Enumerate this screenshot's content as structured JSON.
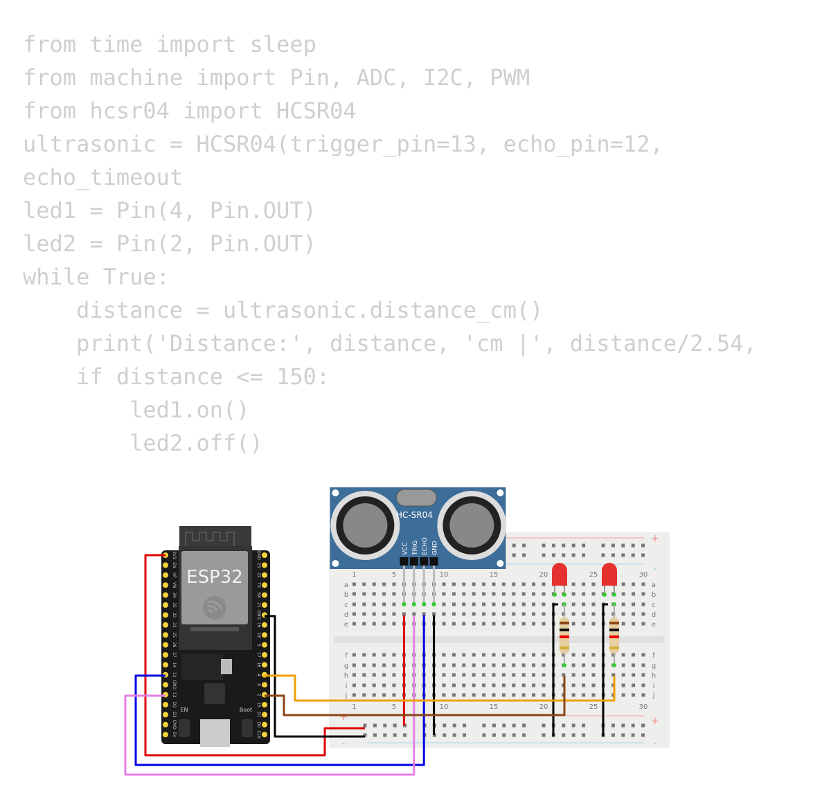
{
  "code_lines": [
    "from time import sleep",
    "from machine import Pin, ADC, I2C, PWM",
    "from hcsr04 import HCSR04",
    "ultrasonic = HCSR04(trigger_pin=13, echo_pin=12, echo_timeout",
    "led1 = Pin(4, Pin.OUT)",
    "led2 = Pin(2, Pin.OUT)",
    "while True:",
    "    distance = ultrasonic.distance_cm()",
    "    print('Distance:', distance, 'cm |', distance/2.54,",
    "    if distance <= 150:",
    "        led1.on()",
    "        led2.off()"
  ],
  "esp32": {
    "title": "ESP32",
    "left_pins": [
      "3V3",
      "EN",
      "VP",
      "VN",
      "34",
      "35",
      "32",
      "33",
      "25",
      "26",
      "27",
      "14",
      "12",
      "GND",
      "13",
      "D2",
      "D3",
      "CMD",
      "5V"
    ],
    "right_pins": [
      "GND",
      "23",
      "22",
      "TX",
      "RX",
      "21",
      "GND",
      "19",
      "18",
      "5",
      "17",
      "16",
      "4",
      "0",
      "2",
      "15",
      "D1",
      "D0",
      "CLK"
    ],
    "en_label": "EN",
    "boot_label": "Boot"
  },
  "sensor": {
    "title": "HC-SR04",
    "pins": [
      "VCC",
      "TRIG",
      "ECHO",
      "GND"
    ]
  },
  "breadboard": {
    "rows_top": [
      "a",
      "b",
      "c",
      "d",
      "e"
    ],
    "rows_bottom": [
      "f",
      "g",
      "h",
      "i",
      "j"
    ],
    "column_numbers": [
      "1",
      "5",
      "10",
      "15",
      "20",
      "25",
      "30"
    ],
    "plus": "+",
    "minus": "-"
  },
  "colors": {
    "wire_red": "#e00000",
    "wire_black": "#000000",
    "wire_blue": "#0000e0",
    "wire_pink": "#e57fe5",
    "wire_orange": "#f0a000",
    "wire_brown": "#8b4513",
    "sensor_blue": "#3d6d99",
    "led_red": "#e53030"
  }
}
